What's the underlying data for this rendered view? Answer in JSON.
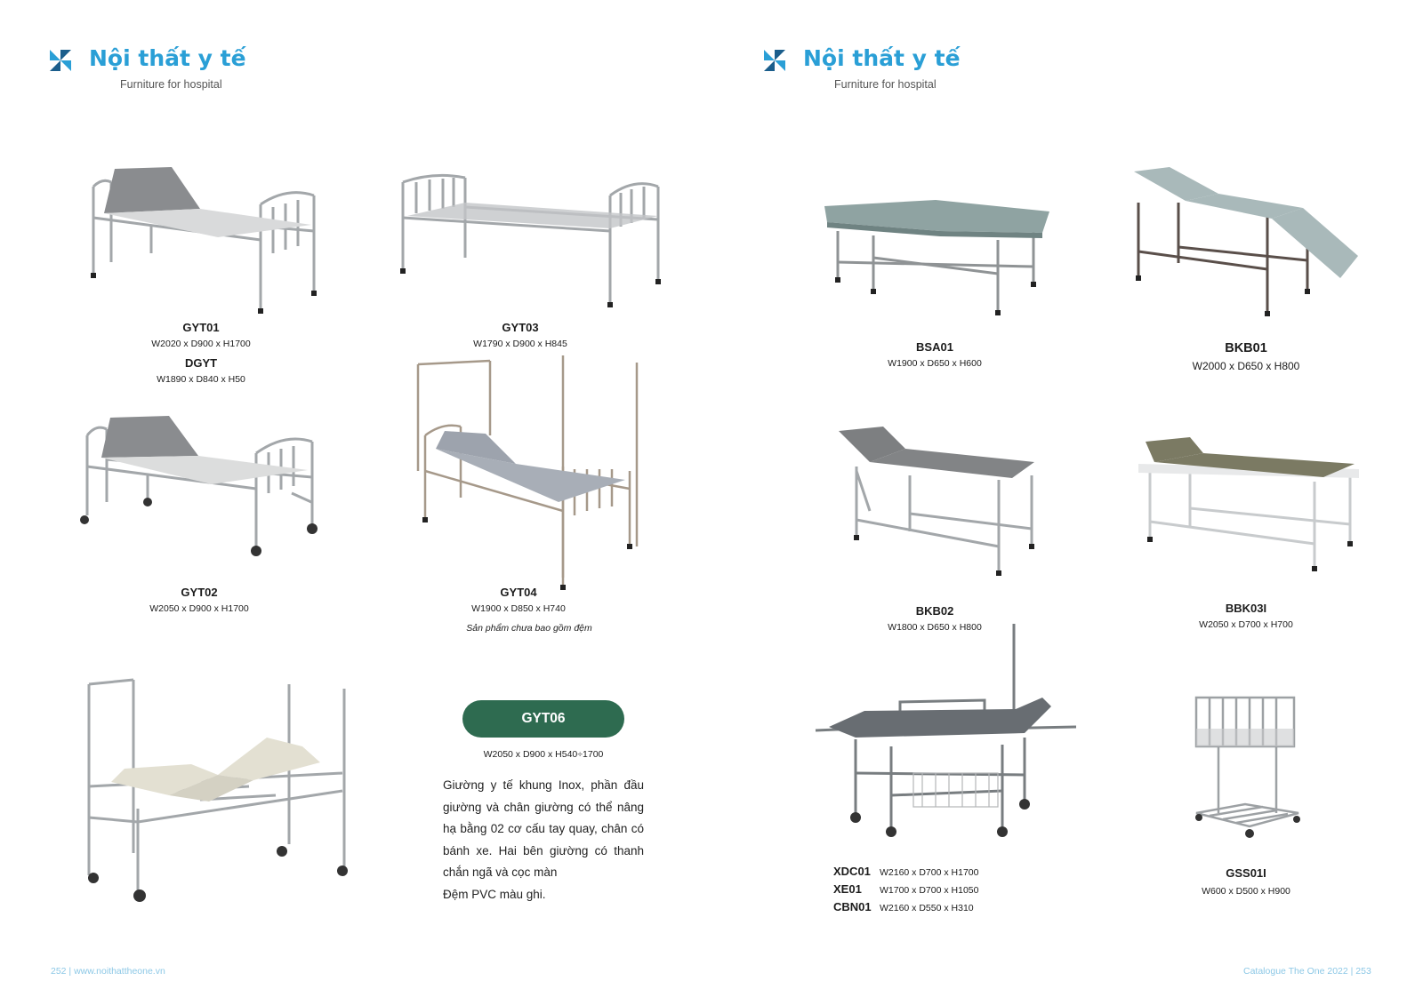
{
  "header_left": {
    "title": "Nội thất y tế",
    "subtitle": "Furniture for hospital",
    "logo_icon": "blue-pinwheel-logo"
  },
  "header_right": {
    "title": "Nội thất y tế",
    "subtitle": "Furniture for hospital",
    "logo_icon": "blue-pinwheel-logo"
  },
  "products": {
    "gyt01": {
      "code": "GYT01",
      "dims": "W2020 x D900 x H1700"
    },
    "dgyt": {
      "code": "DGYT",
      "dims": "W1890 x D840 x H50"
    },
    "gyt03": {
      "code": "GYT03",
      "dims": "W1790 x D900 x H845"
    },
    "gyt02": {
      "code": "GYT02",
      "dims": "W2050 x D900 x H1700"
    },
    "gyt04": {
      "code": "GYT04",
      "dims": "W1900 x D850 x H740",
      "note": "Sản phẩm chưa bao gồm đệm"
    },
    "gyt06": {
      "code": "GYT06",
      "dims": "W2050 x D900 x H540÷1700",
      "description": "Giường y tế khung Inox, phần đầu giường và chân giường có thể nâng hạ bằng 02 cơ cấu tay quay, chân có bánh xe. Hai bên giường có thanh chắn ngã và cọc màn",
      "description2": "Đệm PVC màu ghi."
    },
    "bsa01": {
      "code": "BSA01",
      "dims": "W1900 x D650 x H600"
    },
    "bkb01": {
      "code": "BKB01",
      "dims": "W2000 x D650 x H800"
    },
    "bkb02": {
      "code": "BKB02",
      "dims": "W1800 x D650 x H800"
    },
    "bbk03i": {
      "code": "BBK03I",
      "dims": "W2050 x D700 x H700"
    },
    "xdc01": {
      "code": "XDC01",
      "dims": "W2160 x D700 x H1700"
    },
    "xe01": {
      "code": "XE01",
      "dims": "W1700 x D700 x H1050"
    },
    "cbn01": {
      "code": "CBN01",
      "dims": "W2160 x D550 x H310"
    },
    "gss01i": {
      "code": "GSS01I",
      "dims": "W600 x D500 x H900"
    }
  },
  "footer": {
    "left": "252 | www.noithattheone.vn",
    "right": "Catalogue The One 2022 | 253"
  },
  "colors": {
    "accent": "#2a9fd6",
    "badge": "#2e6b50",
    "footer": "#8cc8e6",
    "steel": "#a7abae",
    "mattress_gray": "#8a8c8f"
  }
}
